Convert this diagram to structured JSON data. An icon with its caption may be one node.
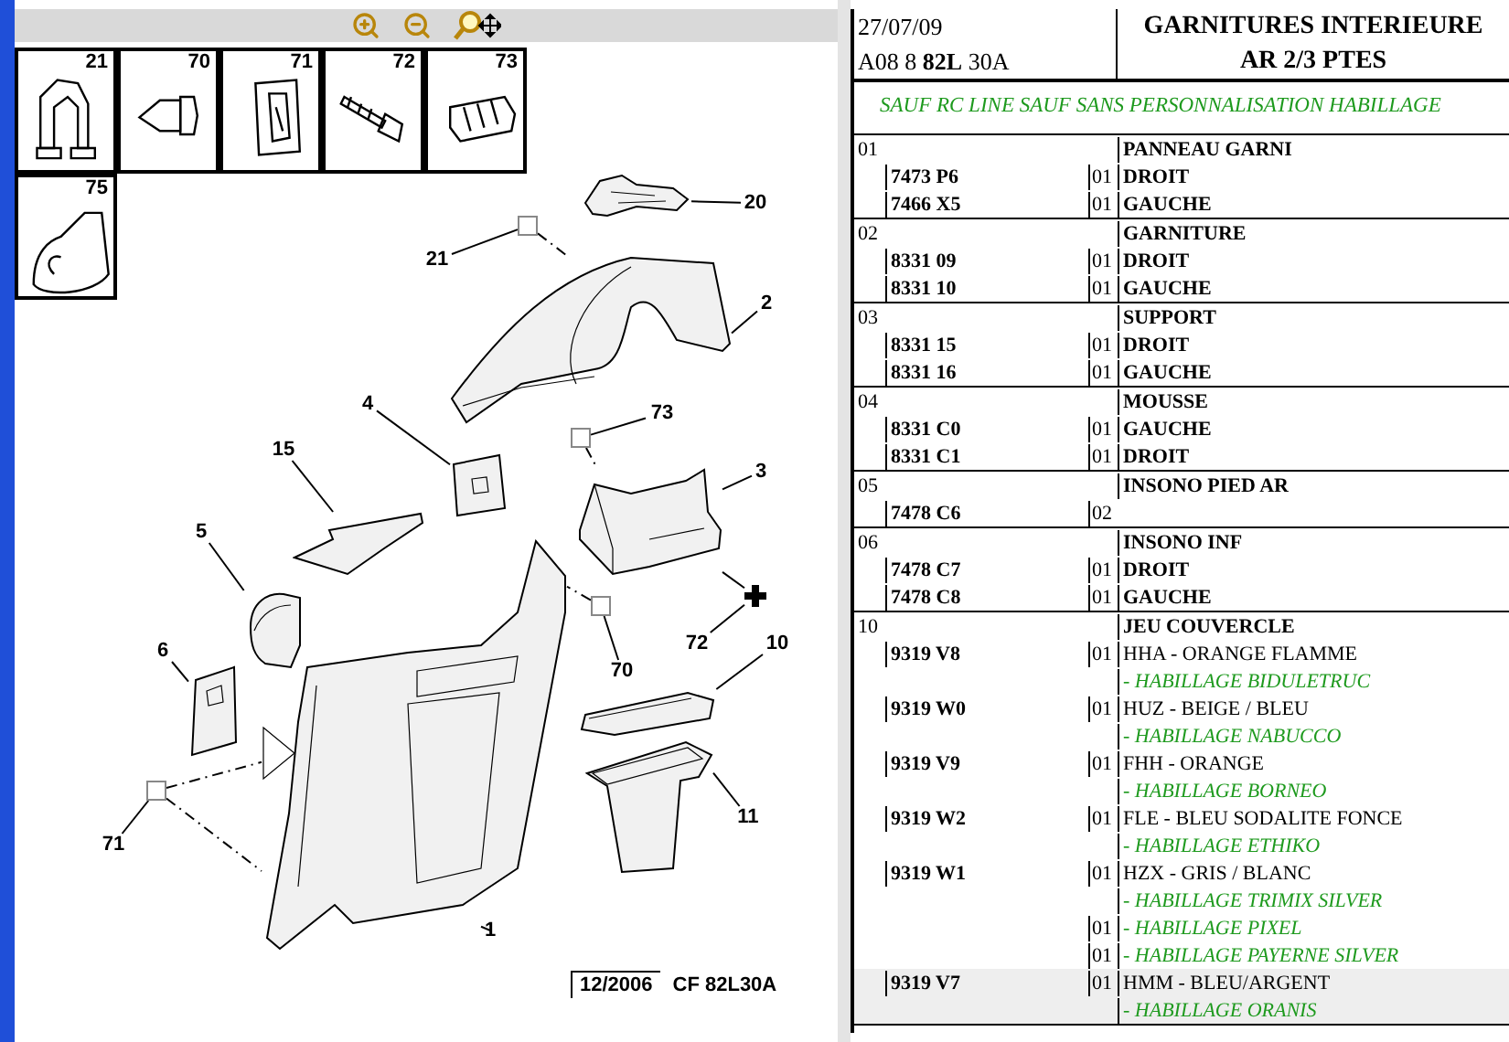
{
  "diagram": {
    "nodes": [
      {
        "text": [
          "21"
        ]
      },
      {
        "text": [
          "70"
        ]
      },
      {
        "text": [
          "71"
        ]
      },
      {
        "text": [
          "72"
        ]
      },
      {
        "text": [
          "73"
        ]
      },
      {
        "text": [
          "75"
        ]
      },
      {
        "text": [],
        "shape": "picture"
      },
      {
        "text": [
          "20"
        ]
      },
      {
        "text": [],
        "shape": "box"
      },
      {
        "text": [
          "21"
        ]
      },
      {
        "text": [],
        "shape": "picture"
      },
      {
        "text": [
          "2"
        ]
      },
      {
        "text": [
          "4"
        ]
      },
      {
        "text": [],
        "shape": "picture"
      },
      {
        "text": [
          "15"
        ]
      },
      {
        "text": [],
        "shape": "picture"
      },
      {
        "text": [
          "73"
        ]
      },
      {
        "text": [],
        "shape": "box"
      },
      {
        "text": [],
        "shape": "picture"
      },
      {
        "text": [
          "3"
        ]
      },
      {
        "text": [
          "5"
        ]
      },
      {
        "text": [],
        "shape": "picture"
      },
      {
        "text": [],
        "shape": "picture"
      },
      {
        "text": [],
        "shape": "box"
      },
      {
        "text": [],
        "shape": "cross"
      },
      {
        "text": [
          "72"
        ]
      },
      {
        "text": [
          "70"
        ]
      },
      {
        "text": [
          "10"
        ]
      },
      {
        "text": [],
        "shape": "picture"
      },
      {
        "text": [
          "6"
        ]
      },
      {
        "text": [],
        "shape": "picture"
      },
      {
        "text": [],
        "shape": "box"
      },
      {
        "text": [
          "71"
        ]
      },
      {
        "text": [],
        "shape": "picture"
      },
      {
        "text": [
          "11"
        ]
      },
      {
        "text": [
          "1"
        ]
      }
    ],
    "edges": [
      {
        "from": 7,
        "to": 6,
        "arrow": "none"
      },
      {
        "from": 9,
        "to": 8,
        "arrow": "none"
      },
      {
        "from": 8,
        "to": 10,
        "arrow": "none",
        "style": "dashed"
      },
      {
        "from": 11,
        "to": 10,
        "arrow": "none"
      },
      {
        "from": 12,
        "to": 13,
        "arrow": "none"
      },
      {
        "from": 14,
        "to": 15,
        "arrow": "none"
      },
      {
        "from": 16,
        "to": 17,
        "arrow": "none"
      },
      {
        "from": 17,
        "to": 18,
        "arrow": "none",
        "style": "dashed"
      },
      {
        "from": 19,
        "to": 18,
        "arrow": "none"
      },
      {
        "from": 20,
        "to": 21,
        "arrow": "none"
      },
      {
        "from": 25,
        "to": 24,
        "arrow": "none"
      },
      {
        "from": 24,
        "to": 18,
        "arrow": "none"
      },
      {
        "from": 26,
        "to": 23,
        "arrow": "none"
      },
      {
        "from": 23,
        "to": 22,
        "arrow": "none",
        "style": "dashed"
      },
      {
        "from": 27,
        "to": 28,
        "arrow": "none"
      },
      {
        "from": 29,
        "to": 30,
        "arrow": "none"
      },
      {
        "from": 32,
        "to": 31,
        "arrow": "none"
      },
      {
        "from": 31,
        "to": 22,
        "arrow": "none",
        "style": "dashed"
      },
      {
        "from": 31,
        "to": 22,
        "arrow": "none",
        "style": "dashed"
      },
      {
        "from": 34,
        "to": 33,
        "arrow": "none"
      },
      {
        "from": 35,
        "to": 22,
        "arrow": "none"
      }
    ],
    "labels": [
      "27/07/09",
      "A08 8 **82L** 30A",
      "GARNITURES INTERIEURE",
      "AR 2/3 PTES",
      "SAUF RC LINE SAUF SANS PERSONNALISATION HABILLAGE",
      "01",
      "PANNEAU GARNI",
      "7473 P6",
      "01",
      "DROIT",
      "7466 X5",
      "01",
      "GAUCHE",
      "02",
      "GARNITURE",
      "8331 09",
      "01",
      "DROIT",
      "8331 10",
      "01",
      "GAUCHE",
      "03",
      "SUPPORT",
      "8331 15",
      "01",
      "DROIT",
      "8331 16",
      "01",
      "GAUCHE",
      "04",
      "MOUSSE",
      "8331 C0",
      "01",
      "GAUCHE",
      "8331 C1",
      "01",
      "DROIT",
      "05",
      "INSONO PIED AR",
      "7478 C6",
      "02",
      "06",
      "INSONO INF",
      "7478 C7",
      "01",
      "DROIT",
      "7478 C8",
      "01",
      "GAUCHE",
      "10",
      "JEU COUVERCLE",
      "9319 V8",
      "01",
      "HHA - ORANGE FLAMME",
      "- HABILLAGE BIDULETRUC",
      "9319 W0",
      "01",
      "HUZ - BEIGE / BLEU",
      "- HABILLAGE NABUCCO",
      "9319 V9",
      "01",
      "FHH - ORANGE",
      "- HABILLAGE BORNEO",
      "9319 W2",
      "01",
      "FLE - BLEU SODALITE FONCE",
      "- HABILLAGE ETHIKO",
      "9319 W1",
      "01",
      "HZX - GRIS / BLANC",
      "- HABILLAGE TRIMIX SILVER",
      "01",
      "- HABILLAGE PIXEL",
      "01",
      "- HABILLAGE PAYERNE SILVER",
      "9319 V7",
      "01",
      "HMM - BLEU/ARGENT",
      "- HABILLAGE ORANIS",
      "12/2006",
      "CF 82L30A"
    ]
  }
}
